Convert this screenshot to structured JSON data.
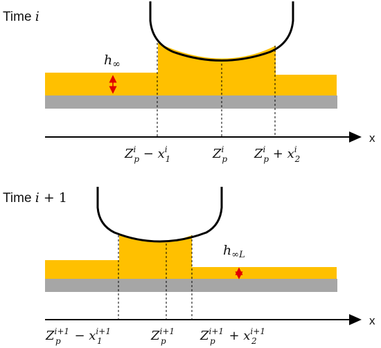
{
  "panels": [
    {
      "time_label": "Time i",
      "thickness_label": "h∞",
      "x_label": "x",
      "ticks": [
        "Zpi − x1i",
        "Zpi",
        "Zpi + x2i"
      ]
    },
    {
      "time_label": "Time i + 1",
      "thickness_label": "h∞L",
      "x_label": "x",
      "ticks": [
        "Zpi+1 − x1i+1",
        "Zpi+1",
        "Zpi+1 + x2i+1"
      ]
    }
  ],
  "colors": {
    "film": "#FFC000",
    "substrate": "#A6A6A6",
    "arrow": "#E00000",
    "outline": "#000000"
  }
}
